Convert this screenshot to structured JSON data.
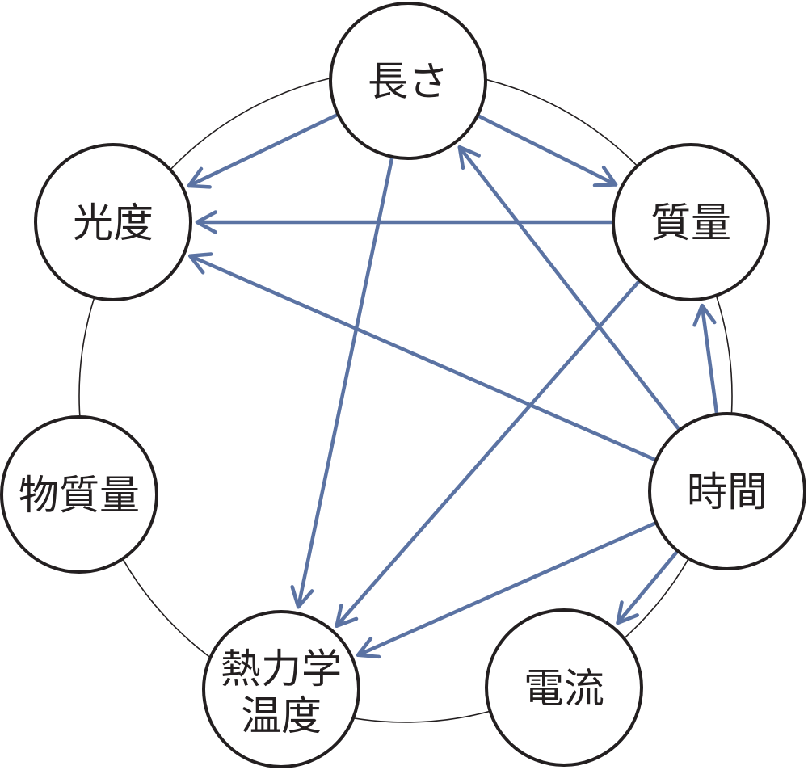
{
  "diagram": {
    "edge_color": "#5b73a3",
    "nodes": [
      {
        "id": "length",
        "lines": [
          "長さ"
        ]
      },
      {
        "id": "mass",
        "lines": [
          "質量"
        ]
      },
      {
        "id": "time",
        "lines": [
          "時間"
        ]
      },
      {
        "id": "current",
        "lines": [
          "電流"
        ]
      },
      {
        "id": "temperature",
        "lines": [
          "熱力学",
          "温度"
        ]
      },
      {
        "id": "amount",
        "lines": [
          "物質量"
        ]
      },
      {
        "id": "luminous",
        "lines": [
          "光度"
        ]
      }
    ],
    "edges": [
      {
        "from": "length",
        "to": "mass"
      },
      {
        "from": "length",
        "to": "luminous"
      },
      {
        "from": "length",
        "to": "temperature"
      },
      {
        "from": "mass",
        "to": "luminous"
      },
      {
        "from": "mass",
        "to": "temperature"
      },
      {
        "from": "time",
        "to": "length"
      },
      {
        "from": "time",
        "to": "mass"
      },
      {
        "from": "time",
        "to": "luminous"
      },
      {
        "from": "time",
        "to": "temperature"
      },
      {
        "from": "time",
        "to": "current"
      }
    ]
  }
}
